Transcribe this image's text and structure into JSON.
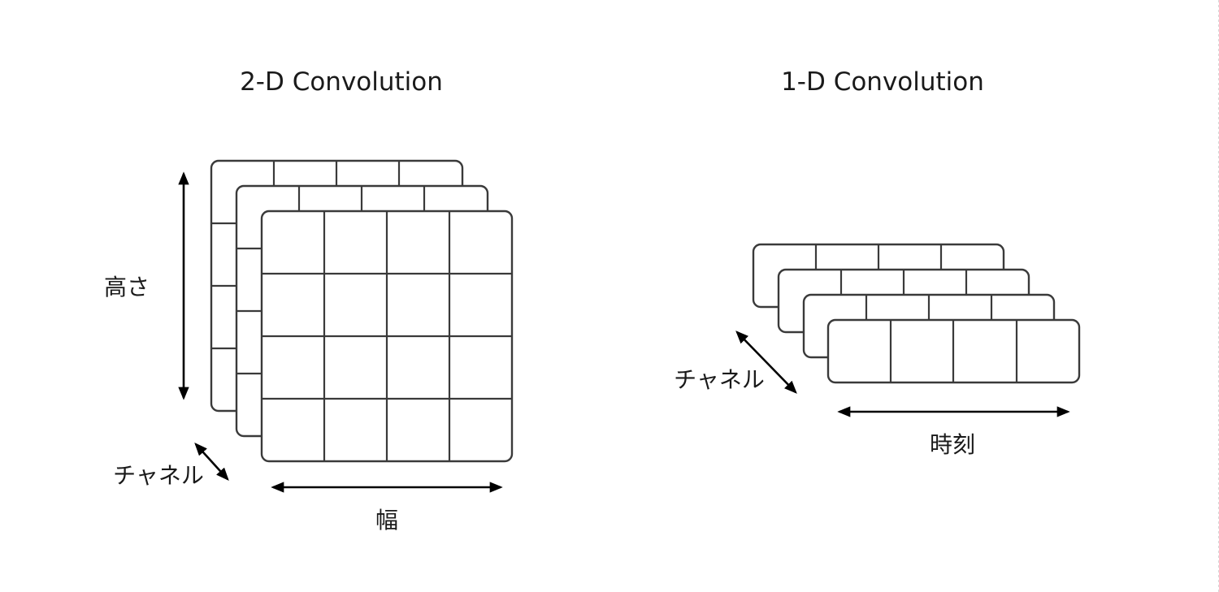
{
  "panel_2d": {
    "title": "2-D Convolution",
    "height_label": "高さ",
    "width_label": "幅",
    "channel_label": "チャネル"
  },
  "panel_1d": {
    "title": "1-D Convolution",
    "time_label": "時刻",
    "channel_label": "チャネル"
  }
}
